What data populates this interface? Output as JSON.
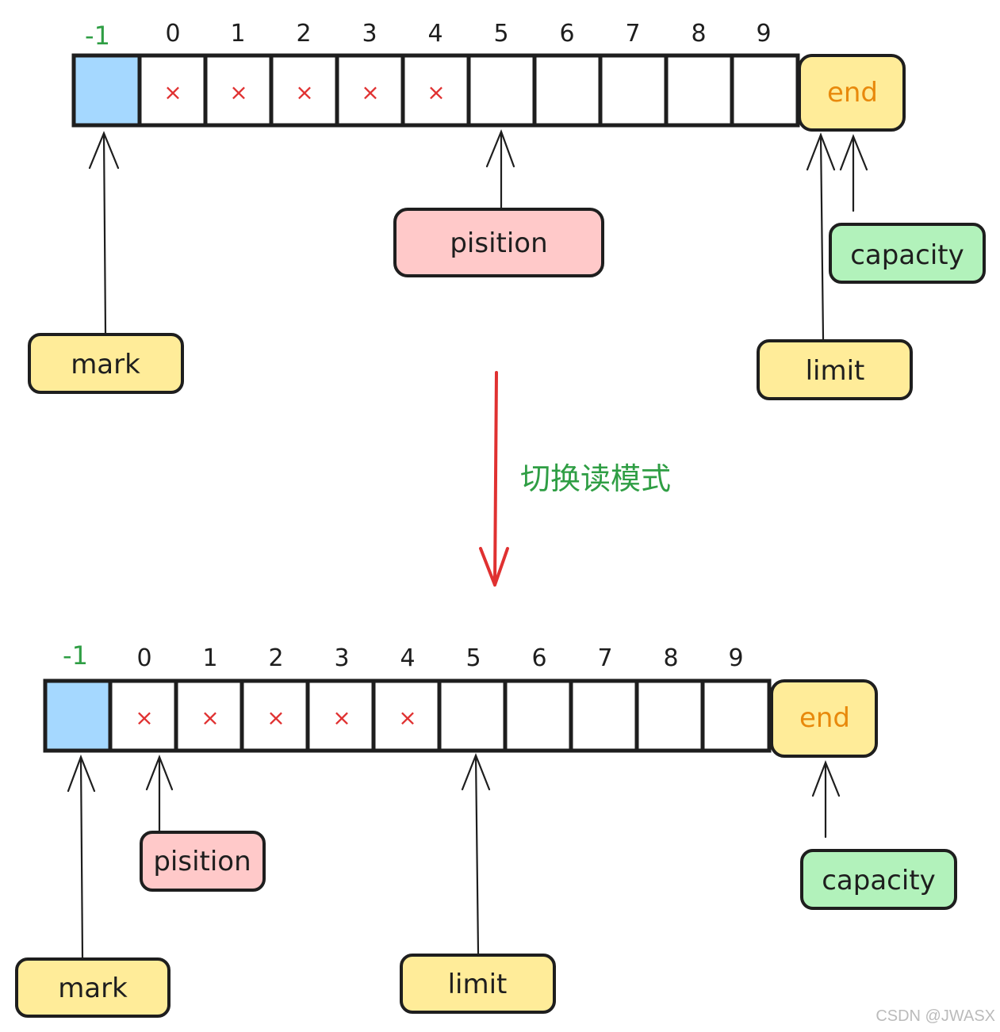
{
  "colors": {
    "mark_cell": "#a5d8ff",
    "label_yellow": "#ffec99",
    "label_pink": "#ffc9c9",
    "label_green": "#b2f2bb",
    "end_text": "#e8890c",
    "cross": "#e03131",
    "arrow": "#e03131",
    "minus_one": "#2f9e44",
    "transition_text": "#2f9e44"
  },
  "before": {
    "mark_index_label": "-1",
    "indices": [
      "0",
      "1",
      "2",
      "3",
      "4",
      "5",
      "6",
      "7",
      "8",
      "9"
    ],
    "filled_cells": [
      0,
      1,
      2,
      3,
      4
    ],
    "cross_symbol": "×",
    "end_label": "end",
    "labels": {
      "mark": "mark",
      "position": "pisition",
      "capacity": "capacity",
      "limit": "limit"
    }
  },
  "transition": {
    "label": "切换读模式"
  },
  "after": {
    "mark_index_label": "-1",
    "indices": [
      "0",
      "1",
      "2",
      "3",
      "4",
      "5",
      "6",
      "7",
      "8",
      "9"
    ],
    "filled_cells": [
      0,
      1,
      2,
      3,
      4
    ],
    "cross_symbol": "×",
    "end_label": "end",
    "labels": {
      "mark": "mark",
      "position": "pisition",
      "capacity": "capacity",
      "limit": "limit"
    }
  },
  "watermark": "CSDN @JWASX"
}
